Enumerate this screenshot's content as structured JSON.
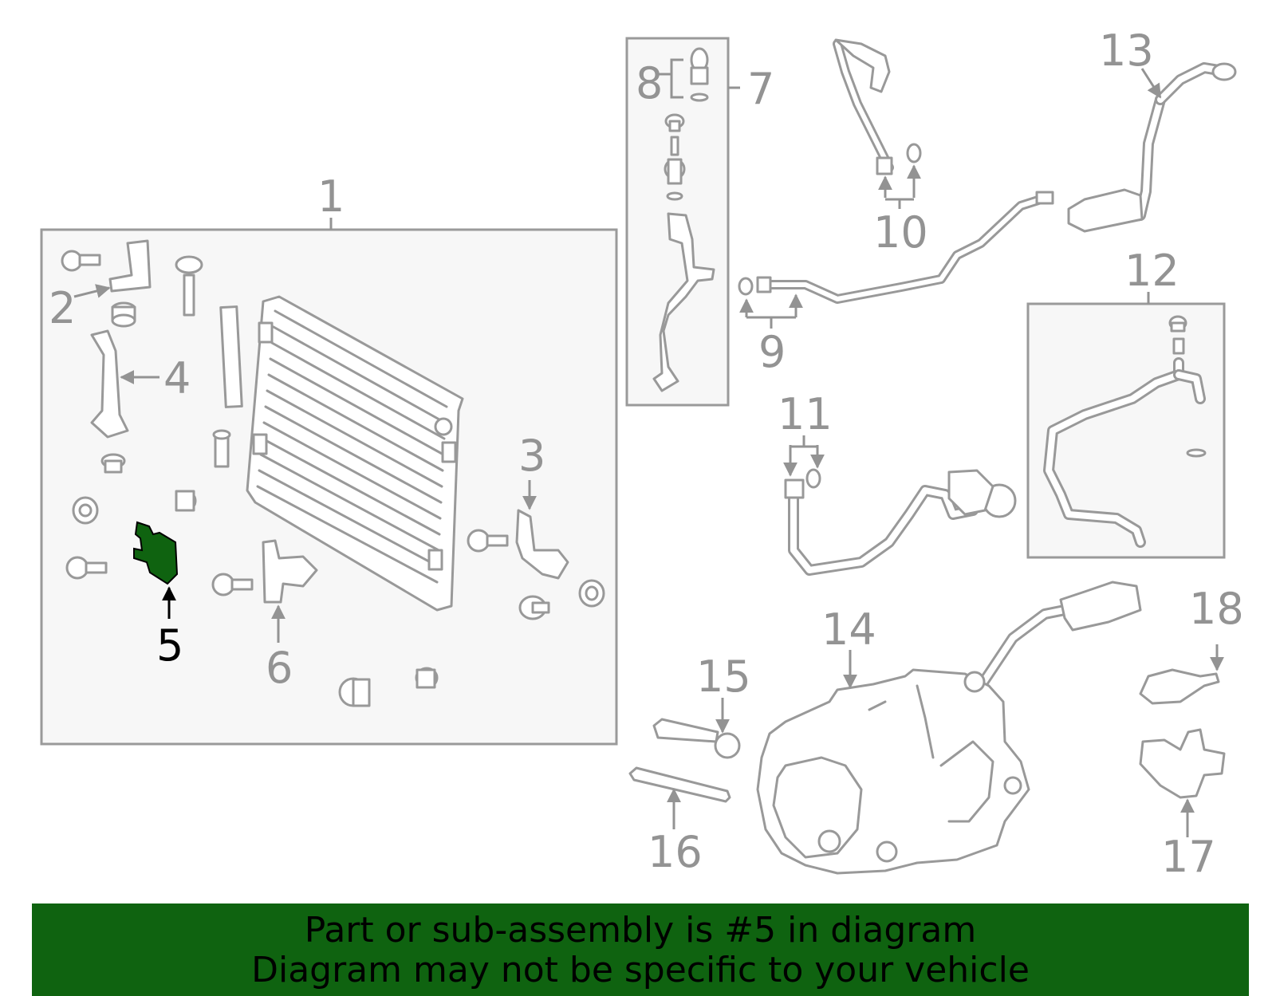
{
  "diagram": {
    "highlighted_part": "5",
    "callouts": [
      "1",
      "2",
      "3",
      "4",
      "5",
      "6",
      "7",
      "8",
      "9",
      "10",
      "11",
      "12",
      "13",
      "14",
      "15",
      "16",
      "17",
      "18"
    ]
  },
  "banner": {
    "line1": "Part or sub-assembly is #5 in diagram",
    "line2": "Diagram may not be specific to your vehicle"
  },
  "colors": {
    "banner_bg": "#0f6310",
    "highlight": "#0f6310",
    "line_art": "#999999",
    "callout_text": "#939393"
  }
}
